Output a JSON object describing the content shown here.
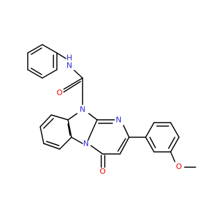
{
  "molecule": {
    "atoms": {
      "amide_nitrogen": {
        "symbol": "N",
        "hydrogen": "H",
        "color": "#2a2ad6"
      },
      "carbonyl_oxygen_amide": {
        "symbol": "O",
        "color": "#e00000"
      },
      "ring_nitrogen_n10": {
        "symbol": "N",
        "color": "#2a2ad6"
      },
      "ring_nitrogen_n1": {
        "symbol": "N",
        "color": "#2a2ad6"
      },
      "ring_nitrogen_bridge": {
        "symbol": "N",
        "color": "#2a2ad6"
      },
      "carbonyl_oxygen_ring": {
        "symbol": "O",
        "color": "#e00000"
      },
      "methoxy_oxygen": {
        "symbol": "O",
        "color": "#e00000"
      }
    },
    "bond_color": "#000000"
  }
}
